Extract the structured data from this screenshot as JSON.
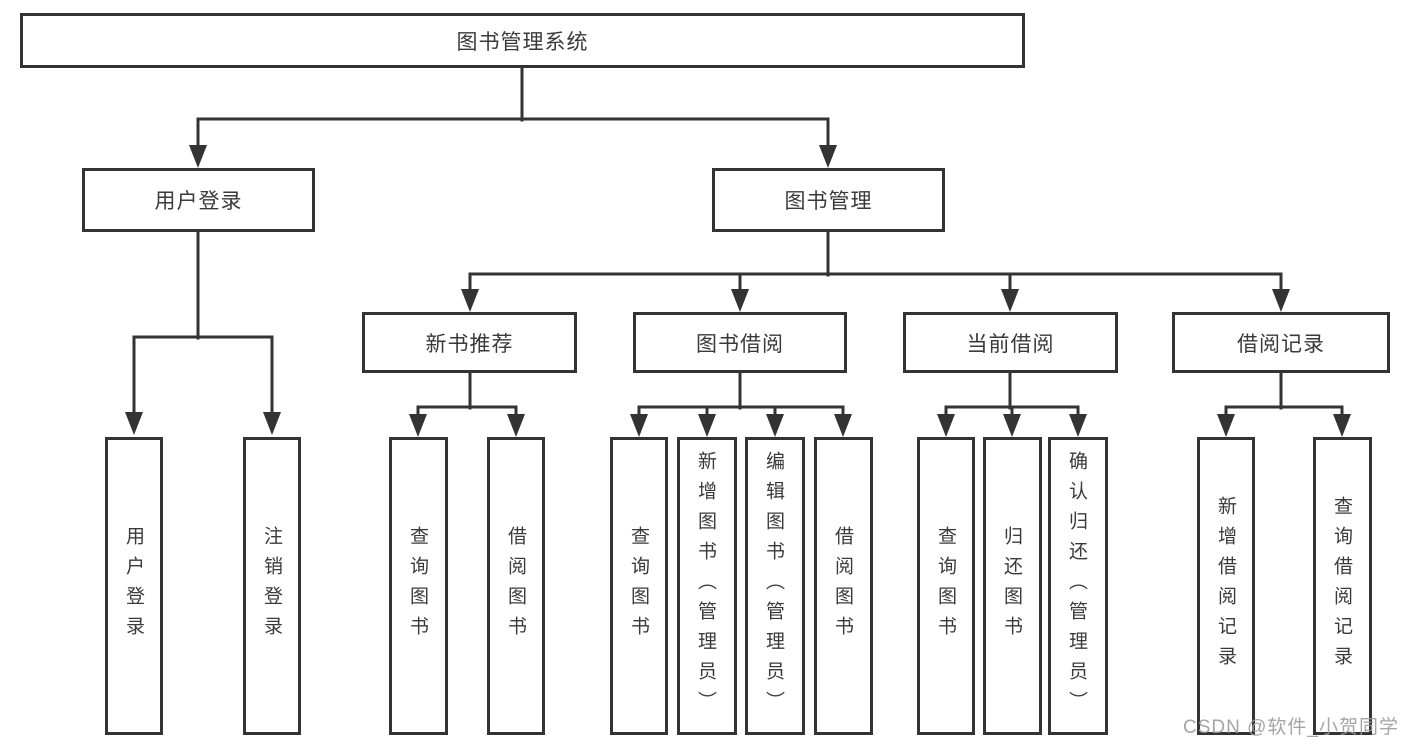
{
  "diagram": {
    "root": {
      "label": "图书管理系统"
    },
    "level2": [
      {
        "label": "用户登录",
        "parent": "图书管理系统"
      },
      {
        "label": "图书管理",
        "parent": "图书管理系统"
      }
    ],
    "level3": [
      {
        "label": "新书推荐",
        "parent": "图书管理"
      },
      {
        "label": "图书借阅",
        "parent": "图书管理"
      },
      {
        "label": "当前借阅",
        "parent": "图书管理"
      },
      {
        "label": "借阅记录",
        "parent": "图书管理"
      }
    ],
    "leaves": [
      {
        "label": "用户登录",
        "parent": "用户登录"
      },
      {
        "label": "注销登录",
        "parent": "用户登录"
      },
      {
        "label": "查询图书",
        "parent": "新书推荐"
      },
      {
        "label": "借阅图书",
        "parent": "新书推荐"
      },
      {
        "label": "查询图书",
        "parent": "图书借阅"
      },
      {
        "label": "新增图书（管理员）",
        "parent": "图书借阅"
      },
      {
        "label": "编辑图书（管理员）",
        "parent": "图书借阅"
      },
      {
        "label": "借阅图书",
        "parent": "图书借阅"
      },
      {
        "label": "查询图书",
        "parent": "当前借阅"
      },
      {
        "label": "归还图书",
        "parent": "当前借阅"
      },
      {
        "label": "确认归还（管理员）",
        "parent": "当前借阅"
      },
      {
        "label": "新增借阅记录",
        "parent": "借阅记录"
      },
      {
        "label": "查询借阅记录",
        "parent": "借阅记录"
      }
    ],
    "watermark": "CSDN @软件_小贺同学"
  },
  "colors": {
    "line": "#333333",
    "text": "#3a3a3a",
    "background": "#ffffff",
    "watermark": "#9b9ba1"
  }
}
